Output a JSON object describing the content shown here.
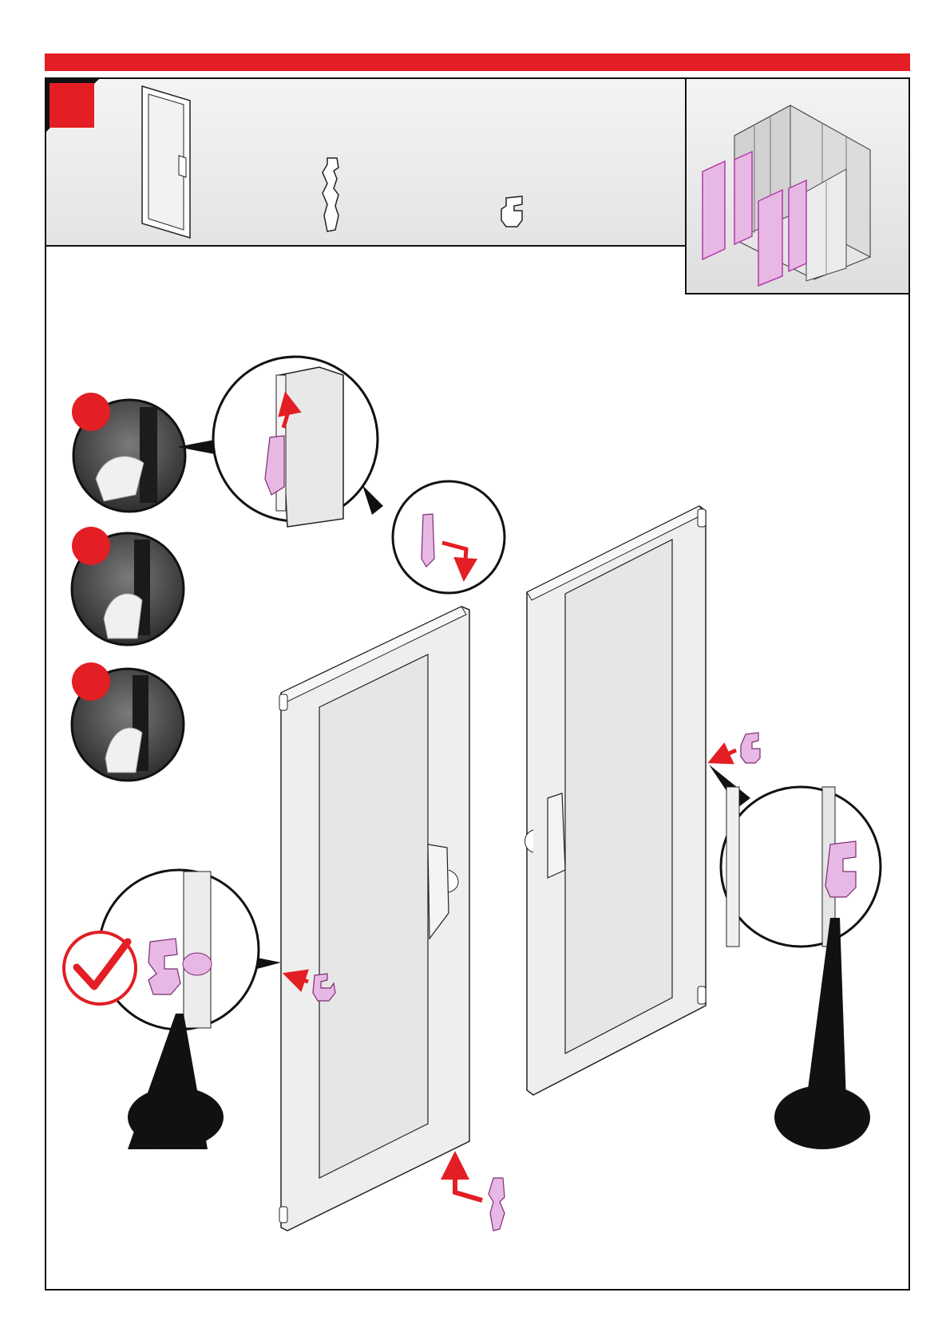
{
  "document": {
    "accent_color": "#e31e24",
    "check_color": "#e31e24",
    "highlight_color": "#e8b8e4",
    "parts": [
      {
        "icon": "door-panel-icon"
      },
      {
        "icon": "hinge-bracket-icon"
      },
      {
        "icon": "hinge-clip-icon"
      }
    ],
    "detail_steps": [
      {
        "icon": "step-1-hand-detail"
      },
      {
        "icon": "step-2-hand-detail"
      },
      {
        "icon": "step-3-hand-detail"
      }
    ]
  }
}
